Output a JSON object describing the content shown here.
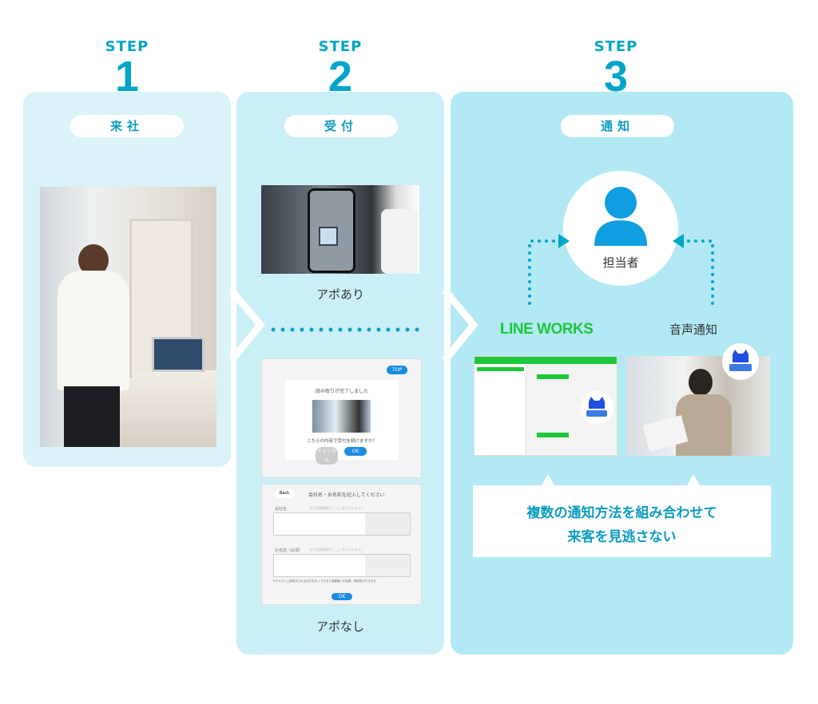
{
  "steps": [
    {
      "label": "STEP",
      "number": "1",
      "title": "来社"
    },
    {
      "label": "STEP",
      "number": "2",
      "title": "受付"
    },
    {
      "label": "STEP",
      "number": "3",
      "title": "通知"
    }
  ],
  "step2": {
    "with_appointment": "アポあり",
    "without_appointment": "アポなし",
    "scan_screen": {
      "top_button": "TOP",
      "title": "読み取りが完了しました",
      "question": "こちらの内容で受付を続けますか？",
      "cancel": "キャンセル",
      "ok": "OK"
    },
    "form_screen": {
      "back": "Back",
      "title": "会社名・お名前を記入してください",
      "company_label": "会社名",
      "name_label": "お名前（必須）",
      "placeholder": "（文字認識結果がここに表示されます）",
      "note": "※テキスト上部表示される文字をタップすると候補値への変更、再設定ができます",
      "ok": "OK"
    }
  },
  "step3": {
    "person": "担当者",
    "line_works": "LINE WORKS",
    "voice": "音声通知",
    "message_line1": "複数の通知方法を組み合わせて",
    "message_line2": "来客を見逃さない"
  },
  "colors": {
    "accent": "#00a5c8",
    "panel1": "#d9f3f9",
    "panel2": "#cbeff7",
    "panel3": "#b2e9f4",
    "line_works_green": "#1ec73b",
    "person_blue": "#0f9ee0"
  }
}
